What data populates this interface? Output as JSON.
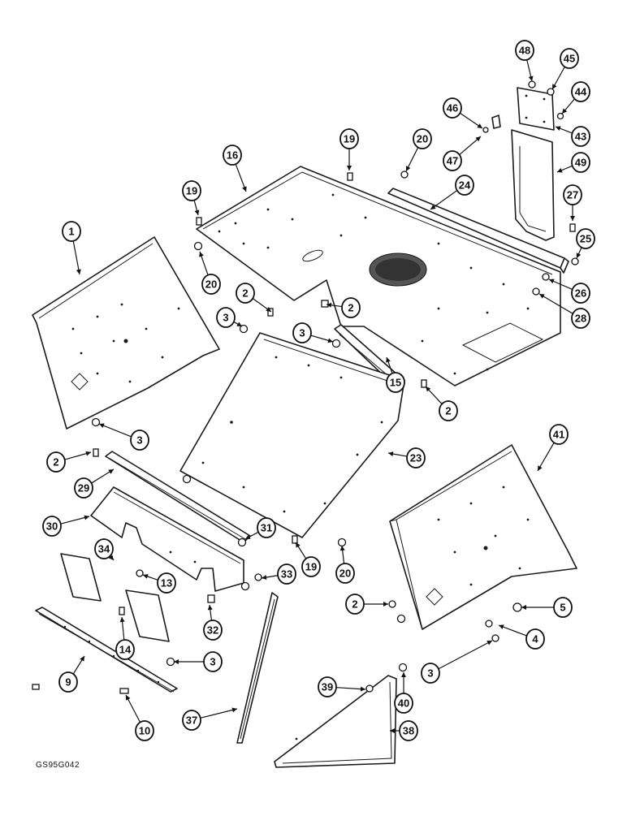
{
  "figure_code": "GS95G042",
  "callouts": [
    {
      "label": "48"
    },
    {
      "label": "45"
    },
    {
      "label": "44"
    },
    {
      "label": "46"
    },
    {
      "label": "43"
    },
    {
      "label": "19"
    },
    {
      "label": "20"
    },
    {
      "label": "47"
    },
    {
      "label": "16"
    },
    {
      "label": "49"
    },
    {
      "label": "24"
    },
    {
      "label": "19"
    },
    {
      "label": "27"
    },
    {
      "label": "1"
    },
    {
      "label": "25"
    },
    {
      "label": "20"
    },
    {
      "label": "26"
    },
    {
      "label": "2"
    },
    {
      "label": "2"
    },
    {
      "label": "28"
    },
    {
      "label": "3"
    },
    {
      "label": "3"
    },
    {
      "label": "15"
    },
    {
      "label": "2"
    },
    {
      "label": "41"
    },
    {
      "label": "3"
    },
    {
      "label": "2"
    },
    {
      "label": "23"
    },
    {
      "label": "29"
    },
    {
      "label": "30"
    },
    {
      "label": "31"
    },
    {
      "label": "34"
    },
    {
      "label": "19"
    },
    {
      "label": "20"
    },
    {
      "label": "13"
    },
    {
      "label": "33"
    },
    {
      "label": "2"
    },
    {
      "label": "5"
    },
    {
      "label": "32"
    },
    {
      "label": "14"
    },
    {
      "label": "4"
    },
    {
      "label": "39"
    },
    {
      "label": "3"
    },
    {
      "label": "3"
    },
    {
      "label": "9"
    },
    {
      "label": "40"
    },
    {
      "label": "37"
    },
    {
      "label": "38"
    },
    {
      "label": "10"
    }
  ]
}
